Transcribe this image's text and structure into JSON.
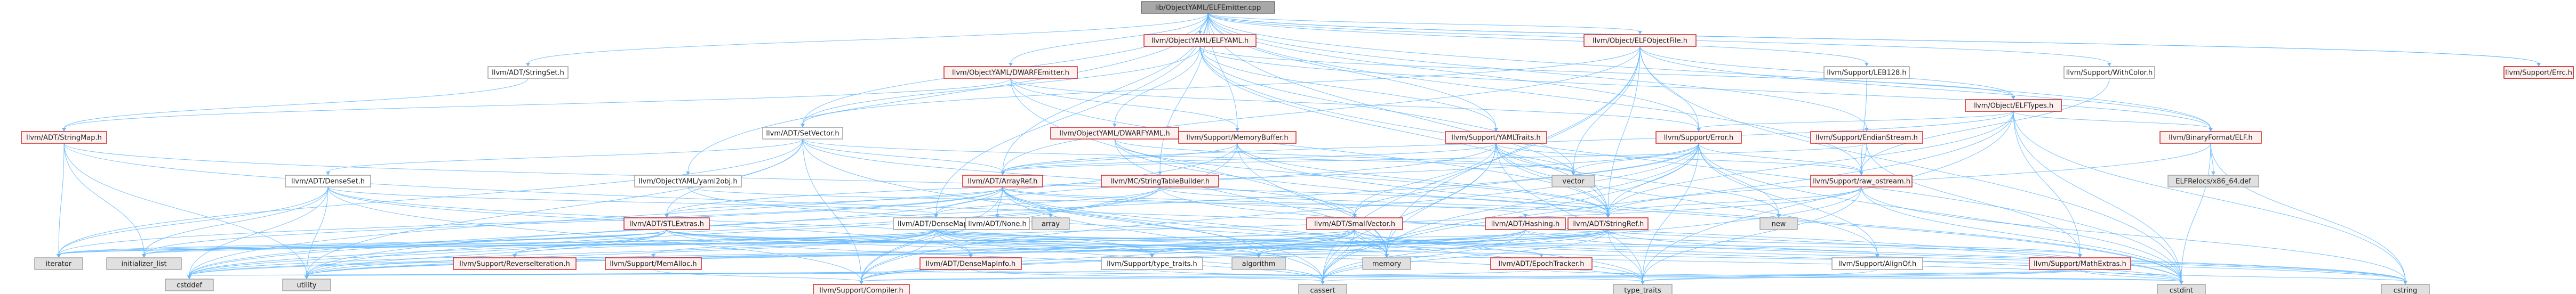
{
  "colors": {
    "edge": "#63b8ff",
    "root_fill": "#a8a8a8",
    "red_border": "#c21c1c",
    "gray_fill": "#e0e0e0",
    "white_border": "#999999"
  },
  "nodes": [
    {
      "id": "root",
      "label": "lib/ObjectYAML/ELFEmitter.cpp",
      "style": "root"
    },
    {
      "id": "stringset",
      "label": "llvm/ADT/StringSet.h",
      "style": "white"
    },
    {
      "id": "elfyaml",
      "label": "llvm/ObjectYAML/ELFYAML.h",
      "style": "red"
    },
    {
      "id": "dwarfemitter",
      "label": "llvm/ObjectYAML/DWARFEmitter.h",
      "style": "red"
    },
    {
      "id": "objelffile",
      "label": "llvm/Object/ELFObjectFile.h",
      "style": "red"
    },
    {
      "id": "leb128",
      "label": "llvm/Support/LEB128.h",
      "style": "white"
    },
    {
      "id": "withcolor",
      "label": "llvm/Support/WithColor.h",
      "style": "white"
    },
    {
      "id": "errc",
      "label": "llvm/Support/Errc.h",
      "style": "red"
    },
    {
      "id": "setvector",
      "label": "llvm/ADT/SetVector.h",
      "style": "white"
    },
    {
      "id": "dwarfyaml",
      "label": "llvm/ObjectYAML/DWARFYAML.h",
      "style": "red"
    },
    {
      "id": "memorybuffer",
      "label": "llvm/Support/MemoryBuffer.h",
      "style": "red"
    },
    {
      "id": "yamltraits",
      "label": "llvm/Support/YAMLTraits.h",
      "style": "red"
    },
    {
      "id": "objelftypes",
      "label": "llvm/Object/ELFTypes.h",
      "style": "red"
    },
    {
      "id": "error",
      "label": "llvm/Support/Error.h",
      "style": "red"
    },
    {
      "id": "endianstream",
      "label": "llvm/Support/EndianStream.h",
      "style": "red"
    },
    {
      "id": "binaryelf",
      "label": "llvm/BinaryFormat/ELF.h",
      "style": "red"
    },
    {
      "id": "stringmap",
      "label": "llvm/ADT/StringMap.h",
      "style": "red"
    },
    {
      "id": "denseset",
      "label": "llvm/ADT/DenseSet.h",
      "style": "white"
    },
    {
      "id": "yamlutil",
      "label": "llvm/ObjectYAML/yaml2obj.h",
      "style": "white"
    },
    {
      "id": "arrayref",
      "label": "llvm/ADT/ArrayRef.h",
      "style": "red"
    },
    {
      "id": "stbuilder",
      "label": "llvm/MC/StringTableBuilder.h",
      "style": "red"
    },
    {
      "id": "rawostream",
      "label": "llvm/Support/raw_ostream.h",
      "style": "red"
    },
    {
      "id": "relocsdef",
      "label": "ELFRelocs/x86_64.def",
      "style": "gray"
    },
    {
      "id": "stlextras",
      "label": "llvm/ADT/STLExtras.h",
      "style": "red"
    },
    {
      "id": "densemap",
      "label": "llvm/ADT/DenseMap.h",
      "style": "white"
    },
    {
      "id": "none",
      "label": "llvm/ADT/None.h",
      "style": "white"
    },
    {
      "id": "array",
      "label": "array",
      "style": "gray"
    },
    {
      "id": "smallvector",
      "label": "llvm/ADT/SmallVector.h",
      "style": "red"
    },
    {
      "id": "hashing",
      "label": "llvm/ADT/Hashing.h",
      "style": "red"
    },
    {
      "id": "vector",
      "label": "vector",
      "style": "gray"
    },
    {
      "id": "stringref",
      "label": "llvm/ADT/StringRef.h",
      "style": "red"
    },
    {
      "id": "iterator",
      "label": "iterator",
      "style": "gray"
    },
    {
      "id": "initlist",
      "label": "initializer_list",
      "style": "gray"
    },
    {
      "id": "revit",
      "label": "llvm/Support/ReverseIteration.h",
      "style": "red"
    },
    {
      "id": "memalloc",
      "label": "llvm/Support/MemAlloc.h",
      "style": "red"
    },
    {
      "id": "densemapinfo",
      "label": "llvm/ADT/DenseMapInfo.h",
      "style": "red"
    },
    {
      "id": "typetraits_h",
      "label": "llvm/Support/type_traits.h",
      "style": "white"
    },
    {
      "id": "algorithm",
      "label": "algorithm",
      "style": "gray"
    },
    {
      "id": "memory",
      "label": "memory",
      "style": "gray"
    },
    {
      "id": "epoch",
      "label": "llvm/ADT/EpochTracker.h",
      "style": "red"
    },
    {
      "id": "new",
      "label": "new",
      "style": "gray"
    },
    {
      "id": "alignof",
      "label": "llvm/Support/AlignOf.h",
      "style": "white"
    },
    {
      "id": "mathextras",
      "label": "llvm/Support/MathExtras.h",
      "style": "red"
    },
    {
      "id": "cstddef",
      "label": "cstddef",
      "style": "gray"
    },
    {
      "id": "utility",
      "label": "utility",
      "style": "gray"
    },
    {
      "id": "compiler",
      "label": "llvm/Support/Compiler.h",
      "style": "red"
    },
    {
      "id": "cassert",
      "label": "cassert",
      "style": "gray"
    },
    {
      "id": "typetraits",
      "label": "type_traits",
      "style": "gray"
    },
    {
      "id": "cstdint",
      "label": "cstdint",
      "style": "gray"
    },
    {
      "id": "cstring",
      "label": "cstring",
      "style": "gray"
    },
    {
      "id": "llvmerrc",
      "label": "llvm/Support/Errc.h",
      "style": "red"
    }
  ],
  "edges": [
    [
      "root",
      "stringset"
    ],
    [
      "root",
      "elfyaml"
    ],
    [
      "root",
      "dwarfemitter"
    ],
    [
      "root",
      "objelffile"
    ],
    [
      "root",
      "leb128"
    ],
    [
      "root",
      "withcolor"
    ],
    [
      "root",
      "errc"
    ],
    [
      "root",
      "memorybuffer"
    ],
    [
      "root",
      "yamltraits"
    ],
    [
      "root",
      "error"
    ],
    [
      "root",
      "endianstream"
    ],
    [
      "root",
      "binaryelf"
    ],
    [
      "root",
      "setvector"
    ],
    [
      "root",
      "stbuilder"
    ],
    [
      "root",
      "arrayref"
    ],
    [
      "root",
      "yamlutil"
    ],
    [
      "root",
      "rawostream"
    ],
    [
      "root",
      "stringref"
    ],
    [
      "root",
      "densemap"
    ],
    [
      "root",
      "llvmerrc"
    ],
    [
      "stringset",
      "stringmap"
    ],
    [
      "elfyaml",
      "binaryelf"
    ],
    [
      "elfyaml",
      "objelftypes"
    ],
    [
      "elfyaml",
      "dwarfyaml"
    ],
    [
      "elfyaml",
      "yamltraits"
    ],
    [
      "elfyaml",
      "stringref"
    ],
    [
      "elfyaml",
      "cstdint"
    ],
    [
      "elfyaml",
      "vector"
    ],
    [
      "elfyaml",
      "setvector"
    ],
    [
      "dwarfemitter",
      "memorybuffer"
    ],
    [
      "dwarfemitter",
      "error"
    ],
    [
      "dwarfemitter",
      "stringmap"
    ],
    [
      "dwarfemitter",
      "stringref"
    ],
    [
      "dwarfemitter",
      "memory"
    ],
    [
      "objelffile",
      "objelftypes"
    ],
    [
      "objelffile",
      "binaryelf"
    ],
    [
      "objelffile",
      "error"
    ],
    [
      "objelffile",
      "arrayref"
    ],
    [
      "objelffile",
      "stringref"
    ],
    [
      "objelffile",
      "cassert"
    ],
    [
      "objelffile",
      "cstdint"
    ],
    [
      "objelffile",
      "memory"
    ],
    [
      "objelffile",
      "setvector"
    ],
    [
      "objelffile",
      "vector"
    ],
    [
      "leb128",
      "rawostream"
    ],
    [
      "withcolor",
      "rawostream"
    ],
    [
      "setvector",
      "arrayref"
    ],
    [
      "setvector",
      "denseset"
    ],
    [
      "setvector",
      "stlextras"
    ],
    [
      "setvector",
      "smallvector"
    ],
    [
      "setvector",
      "compiler"
    ],
    [
      "setvector",
      "cassert"
    ],
    [
      "setvector",
      "iterator"
    ],
    [
      "setvector",
      "utility"
    ],
    [
      "setvector",
      "vector"
    ],
    [
      "dwarfyaml",
      "binaryelf"
    ],
    [
      "dwarfyaml",
      "stringref"
    ],
    [
      "dwarfyaml",
      "yamltraits"
    ],
    [
      "dwarfyaml",
      "cstdint"
    ],
    [
      "dwarfyaml",
      "memory"
    ],
    [
      "dwarfyaml",
      "setvector"
    ],
    [
      "dwarfyaml",
      "vector"
    ],
    [
      "memorybuffer",
      "arrayref"
    ],
    [
      "memorybuffer",
      "stringref"
    ],
    [
      "memorybuffer",
      "error"
    ],
    [
      "memorybuffer",
      "compiler"
    ],
    [
      "memorybuffer",
      "cstddef"
    ],
    [
      "memorybuffer",
      "cstdint"
    ],
    [
      "memorybuffer",
      "memory"
    ],
    [
      "yamltraits",
      "arrayref"
    ],
    [
      "yamltraits",
      "stringmap"
    ],
    [
      "yamltraits",
      "stringref"
    ],
    [
      "yamltraits",
      "alignof"
    ],
    [
      "yamltraits",
      "error"
    ],
    [
      "yamltraits",
      "rawostream"
    ],
    [
      "yamltraits",
      "smallvector"
    ],
    [
      "yamltraits",
      "densemap"
    ],
    [
      "yamltraits",
      "cassert"
    ],
    [
      "yamltraits",
      "map"
    ],
    [
      "yamltraits",
      "memory"
    ],
    [
      "yamltraits",
      "new"
    ],
    [
      "yamltraits",
      "string"
    ],
    [
      "yamltraits",
      "vector"
    ],
    [
      "yamltraits",
      "typetraits"
    ],
    [
      "objelftypes",
      "binaryelf"
    ],
    [
      "objelftypes",
      "stringref"
    ],
    [
      "objelftypes",
      "error"
    ],
    [
      "objelftypes",
      "mathextras"
    ],
    [
      "objelftypes",
      "cassert"
    ],
    [
      "objelftypes",
      "cstdint"
    ],
    [
      "objelftypes",
      "cstring"
    ],
    [
      "objelftypes",
      "typetraits"
    ],
    [
      "objelftypes",
      "arrayref"
    ],
    [
      "error",
      "stringref"
    ],
    [
      "error",
      "stringmap"
    ],
    [
      "error",
      "rawostream"
    ],
    [
      "error",
      "smallvector"
    ],
    [
      "error",
      "compiler"
    ],
    [
      "error",
      "cassert"
    ],
    [
      "error",
      "cstdint"
    ],
    [
      "error",
      "cstdlib"
    ],
    [
      "error",
      "functional"
    ],
    [
      "error",
      "memory"
    ],
    [
      "error",
      "new"
    ],
    [
      "error",
      "string"
    ],
    [
      "error",
      "system_error"
    ],
    [
      "error",
      "typetraits"
    ],
    [
      "error",
      "utility"
    ],
    [
      "error",
      "vector"
    ],
    [
      "error",
      "alignof"
    ],
    [
      "error",
      "stlextras"
    ],
    [
      "endianstream",
      "arrayref"
    ],
    [
      "endianstream",
      "rawostream"
    ],
    [
      "endianstream",
      "mathextras"
    ],
    [
      "binaryelf",
      "relocsdef"
    ],
    [
      "binaryelf",
      "stringref"
    ],
    [
      "binaryelf",
      "cstdint"
    ],
    [
      "binaryelf",
      "cstring"
    ],
    [
      "stringmap",
      "stringref"
    ],
    [
      "stringmap",
      "iterator"
    ],
    [
      "stringmap",
      "initlist"
    ],
    [
      "stringmap",
      "utility"
    ],
    [
      "stringmap",
      "cstdint"
    ],
    [
      "denseset",
      "densemap"
    ],
    [
      "denseset",
      "densemapinfo"
    ],
    [
      "denseset",
      "compiler"
    ],
    [
      "denseset",
      "typetraits_h"
    ],
    [
      "denseset",
      "cstddef"
    ],
    [
      "denseset",
      "iterator"
    ],
    [
      "denseset",
      "initlist"
    ],
    [
      "denseset",
      "utility"
    ],
    [
      "yamlutil",
      "stringref"
    ],
    [
      "yamlutil",
      "memory"
    ],
    [
      "arrayref",
      "hashing"
    ],
    [
      "arrayref",
      "none"
    ],
    [
      "arrayref",
      "smallvector"
    ],
    [
      "arrayref",
      "stlextras"
    ],
    [
      "arrayref",
      "compiler"
    ],
    [
      "arrayref",
      "algorithm"
    ],
    [
      "arrayref",
      "array"
    ],
    [
      "arrayref",
      "cassert"
    ],
    [
      "arrayref",
      "cstddef"
    ],
    [
      "arrayref",
      "initlist"
    ],
    [
      "arrayref",
      "iterator"
    ],
    [
      "arrayref",
      "memory"
    ],
    [
      "arrayref",
      "typetraits"
    ],
    [
      "arrayref",
      "vector"
    ],
    [
      "stbuilder",
      "densemap"
    ],
    [
      "stbuilder",
      "stringref"
    ],
    [
      "stbuilder",
      "cstddef"
    ],
    [
      "stbuilder",
      "cstdint"
    ],
    [
      "stbuilder",
      "string"
    ],
    [
      "stbuilder",
      "utility"
    ],
    [
      "rawostream",
      "stringref"
    ],
    [
      "rawostream",
      "cassert"
    ],
    [
      "rawostream",
      "cstddef"
    ],
    [
      "rawostream",
      "cstdint"
    ],
    [
      "rawostream",
      "cstring"
    ],
    [
      "rawostream",
      "optional"
    ],
    [
      "rawostream",
      "string"
    ],
    [
      "rawostream",
      "system_error"
    ],
    [
      "rawostream",
      "typetraits"
    ],
    [
      "stlextras",
      "hashing"
    ],
    [
      "stlextras",
      "iterator"
    ],
    [
      "stlextras",
      "initlist"
    ],
    [
      "stlextras",
      "algorithm"
    ],
    [
      "stlextras",
      "cassert"
    ],
    [
      "stlextras",
      "cstddef"
    ],
    [
      "stlextras",
      "cstdint"
    ],
    [
      "stlextras",
      "memory"
    ],
    [
      "stlextras",
      "utility"
    ],
    [
      "stlextras",
      "typetraits_h"
    ],
    [
      "stlextras",
      "revit"
    ],
    [
      "densemap",
      "densemapinfo"
    ],
    [
      "densemap",
      "epoch"
    ],
    [
      "densemap",
      "alignof"
    ],
    [
      "densemap",
      "compiler"
    ],
    [
      "densemap",
      "mathextras"
    ],
    [
      "densemap",
      "memalloc"
    ],
    [
      "densemap",
      "revit"
    ],
    [
      "densemap",
      "typetraits_h"
    ],
    [
      "densemap",
      "algorithm"
    ],
    [
      "densemap",
      "cassert"
    ],
    [
      "densemap",
      "cstddef"
    ],
    [
      "densemap",
      "cstring"
    ],
    [
      "densemap",
      "initlist"
    ],
    [
      "densemap",
      "iterator"
    ],
    [
      "densemap",
      "new"
    ],
    [
      "densemap",
      "typetraits"
    ],
    [
      "densemap",
      "utility"
    ],
    [
      "smallvector",
      "compiler"
    ],
    [
      "smallvector",
      "typetraits_h"
    ],
    [
      "smallvector",
      "algorithm"
    ],
    [
      "smallvector",
      "cassert"
    ],
    [
      "smallvector",
      "cstddef"
    ],
    [
      "smallvector",
      "cstdint"
    ],
    [
      "smallvector",
      "cstdlib"
    ],
    [
      "smallvector",
      "cstring"
    ],
    [
      "smallvector",
      "functional"
    ],
    [
      "smallvector",
      "initlist"
    ],
    [
      "smallvector",
      "iterator"
    ],
    [
      "smallvector",
      "limits"
    ],
    [
      "smallvector",
      "memory"
    ],
    [
      "smallvector",
      "new"
    ],
    [
      "smallvector",
      "typetraits"
    ],
    [
      "smallvector",
      "utility"
    ],
    [
      "hashing",
      "errc"
    ],
    [
      "hashing",
      "compiler"
    ],
    [
      "hashing",
      "mathextras"
    ],
    [
      "hashing",
      "typetraits_h"
    ],
    [
      "hashing",
      "algorithm"
    ],
    [
      "hashing",
      "cassert"
    ],
    [
      "hashing",
      "cstring"
    ],
    [
      "hashing",
      "string"
    ],
    [
      "hashing",
      "tuple"
    ],
    [
      "hashing",
      "utility"
    ],
    [
      "hashing",
      "new"
    ],
    [
      "stringref",
      "densemapinfo"
    ],
    [
      "stringref",
      "stlextras"
    ],
    [
      "stringref",
      "compiler"
    ],
    [
      "stringref",
      "algorithm"
    ],
    [
      "stringref",
      "cassert"
    ],
    [
      "stringref",
      "cstddef"
    ],
    [
      "stringref",
      "cstring"
    ],
    [
      "stringref",
      "limits"
    ],
    [
      "stringref",
      "string"
    ],
    [
      "stringref",
      "typetraits"
    ],
    [
      "stringref",
      "utility"
    ],
    [
      "stringref",
      "iterator"
    ],
    [
      "revit",
      "densemapinfo"
    ],
    [
      "memalloc",
      "compiler"
    ],
    [
      "memalloc",
      "cstdlib"
    ],
    [
      "densemapinfo",
      "cassert"
    ],
    [
      "densemapinfo",
      "cstddef"
    ],
    [
      "densemapinfo",
      "cstdint"
    ],
    [
      "densemapinfo",
      "tuple"
    ],
    [
      "densemapinfo",
      "utility"
    ],
    [
      "typetraits_h",
      "utility"
    ],
    [
      "typetraits_h",
      "typetraits"
    ],
    [
      "epoch",
      "compiler"
    ],
    [
      "epoch",
      "cstdint"
    ],
    [
      "alignof",
      "typetraits"
    ],
    [
      "mathextras",
      "compiler"
    ],
    [
      "mathextras",
      "cassert"
    ],
    [
      "mathextras",
      "cstdint"
    ],
    [
      "mathextras",
      "cstring"
    ],
    [
      "mathextras",
      "limits"
    ],
    [
      "mathextras",
      "typetraits"
    ],
    [
      "mathextras",
      "climits"
    ],
    [
      "mathextras",
      "cmath"
    ],
    [
      "mathextras",
      "algorithm"
    ]
  ]
}
